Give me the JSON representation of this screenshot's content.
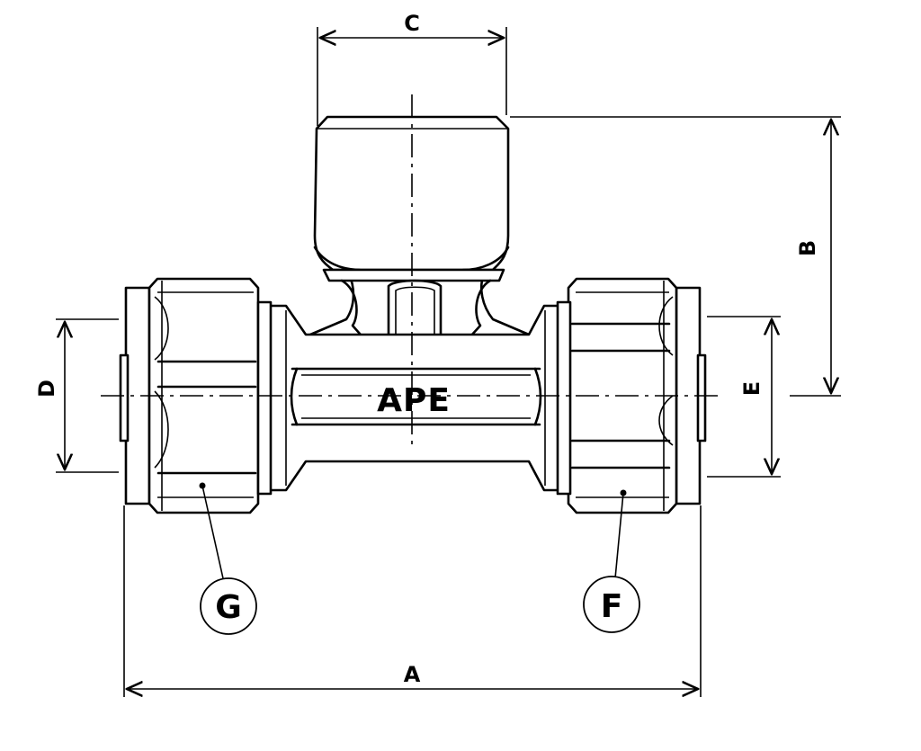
{
  "drawing": {
    "logo": "APE",
    "dimensions": {
      "a": "A",
      "b": "B",
      "c": "C",
      "d": "D",
      "e": "E"
    },
    "callouts": {
      "g": "G",
      "f": "F"
    }
  }
}
